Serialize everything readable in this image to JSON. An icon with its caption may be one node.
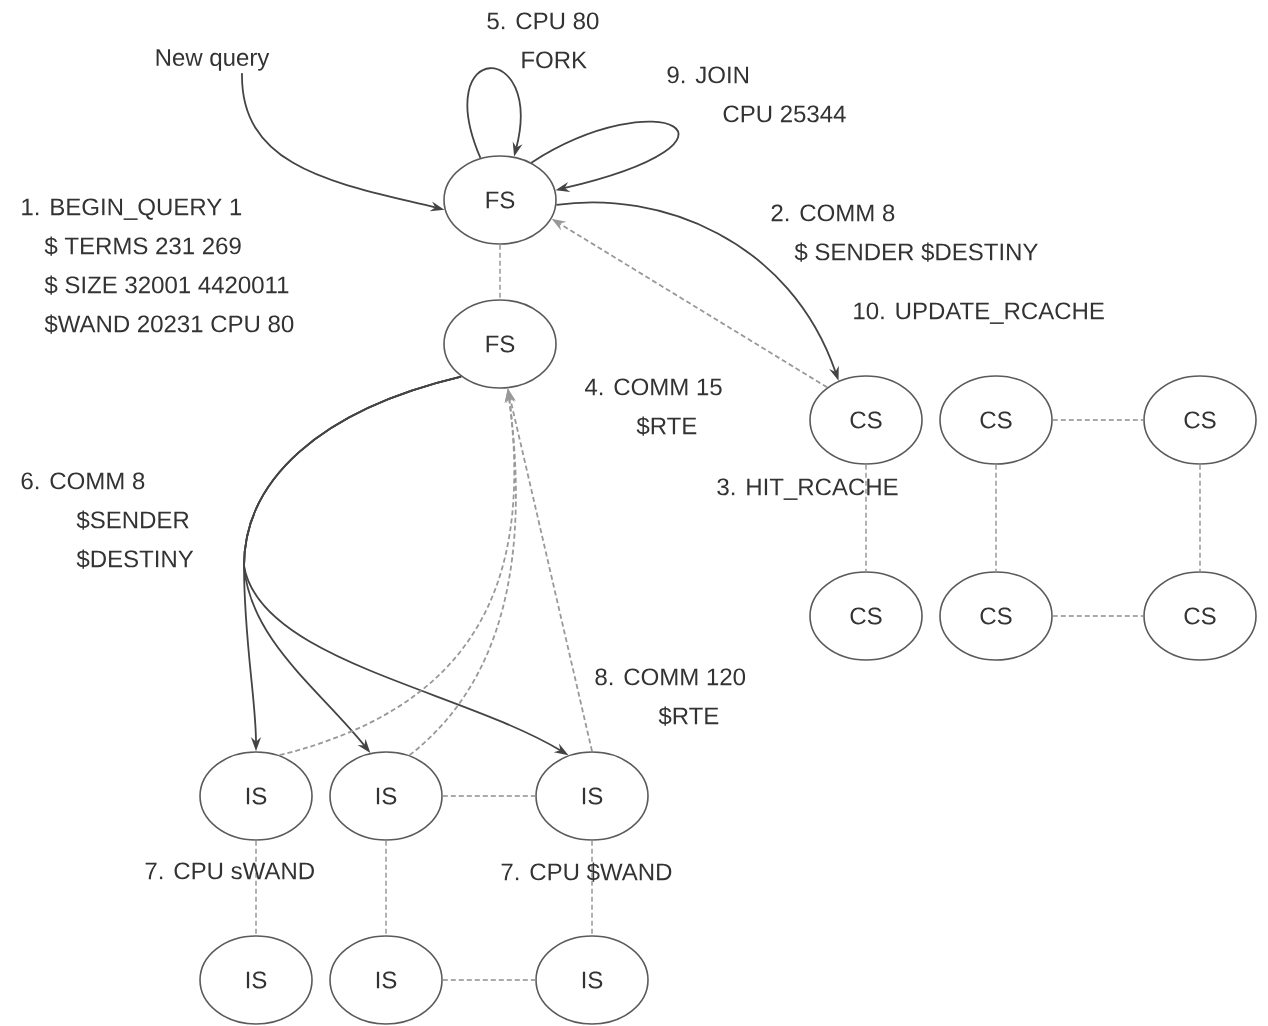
{
  "diagram": {
    "nodes": [
      {
        "text": [
          "New query"
        ]
      },
      {
        "text": [
          "FS"
        ]
      },
      {
        "text": [
          "FS"
        ]
      },
      {
        "text": [
          "CS"
        ]
      },
      {
        "text": [
          "CS"
        ]
      },
      {
        "text": [
          "CS"
        ]
      },
      {
        "text": [
          "CS"
        ]
      },
      {
        "text": [
          "CS"
        ]
      },
      {
        "text": [
          "CS"
        ]
      },
      {
        "text": [
          "IS"
        ]
      },
      {
        "text": [
          "IS"
        ]
      },
      {
        "text": [
          "IS"
        ]
      },
      {
        "text": [
          "IS"
        ]
      },
      {
        "text": [
          "IS"
        ]
      },
      {
        "text": [
          "IS"
        ]
      }
    ],
    "edges": [
      {
        "from": 0,
        "to": 1,
        "arrow": "to",
        "color": "#444444"
      },
      {
        "from": 1,
        "to": 1,
        "arrow": "to",
        "color": "#444444"
      },
      {
        "from": 1,
        "to": 1,
        "arrow": "to",
        "color": "#444444"
      },
      {
        "from": 1,
        "to": 3,
        "arrow": "to",
        "color": "#444444"
      },
      {
        "from": 3,
        "to": 1,
        "arrow": "to",
        "style": "dashed",
        "color": "#999999"
      },
      {
        "from": 1,
        "to": 2,
        "arrow": "none",
        "style": "dashed",
        "color": "#aaaaaa"
      },
      {
        "from": 2,
        "to": 9,
        "arrow": "to",
        "color": "#444444"
      },
      {
        "from": 2,
        "to": 10,
        "arrow": "to",
        "color": "#444444"
      },
      {
        "from": 2,
        "to": 11,
        "arrow": "to",
        "color": "#444444"
      },
      {
        "from": 9,
        "to": 2,
        "arrow": "to",
        "style": "dashed",
        "color": "#999999"
      },
      {
        "from": 10,
        "to": 2,
        "arrow": "to",
        "style": "dashed",
        "color": "#999999"
      },
      {
        "from": 11,
        "to": 2,
        "arrow": "to",
        "style": "dashed",
        "color": "#999999"
      },
      {
        "from": 3,
        "to": 6,
        "arrow": "none",
        "style": "dashed",
        "color": "#aaaaaa"
      },
      {
        "from": 4,
        "to": 7,
        "arrow": "none",
        "style": "dashed",
        "color": "#aaaaaa"
      },
      {
        "from": 5,
        "to": 8,
        "arrow": "none",
        "style": "dashed",
        "color": "#aaaaaa"
      },
      {
        "from": 4,
        "to": 5,
        "arrow": "none",
        "style": "dashed",
        "color": "#aaaaaa"
      },
      {
        "from": 7,
        "to": 8,
        "arrow": "none",
        "style": "dashed",
        "color": "#aaaaaa"
      },
      {
        "from": 9,
        "to": 12,
        "arrow": "none",
        "style": "dashed",
        "color": "#aaaaaa"
      },
      {
        "from": 10,
        "to": 13,
        "arrow": "none",
        "style": "dashed",
        "color": "#aaaaaa"
      },
      {
        "from": 11,
        "to": 14,
        "arrow": "none",
        "style": "dashed",
        "color": "#aaaaaa"
      },
      {
        "from": 10,
        "to": 11,
        "arrow": "none",
        "style": "dashed",
        "color": "#aaaaaa"
      },
      {
        "from": 13,
        "to": 14,
        "arrow": "none",
        "style": "dashed",
        "color": "#aaaaaa"
      }
    ],
    "labels": [
      "5. CPU 80 FORK",
      "9. JOIN CPU 25344",
      "1. BEGIN_QUERY 1 $ TERMS 231 269 $ SIZE 32001 4420011 $WAND 20231 CPU 80",
      "2. COMM 8 $ SENDER $DESTINY",
      "10. UPDATE_RCACHE",
      "4. COMM 15 $RTE",
      "3. HIT_RCACHE",
      "6. COMM 8 $SENDER $DESTINY",
      "8. COMM 120 $RTE",
      "7. CPU sWAND",
      "7. CPU $WAND"
    ]
  }
}
